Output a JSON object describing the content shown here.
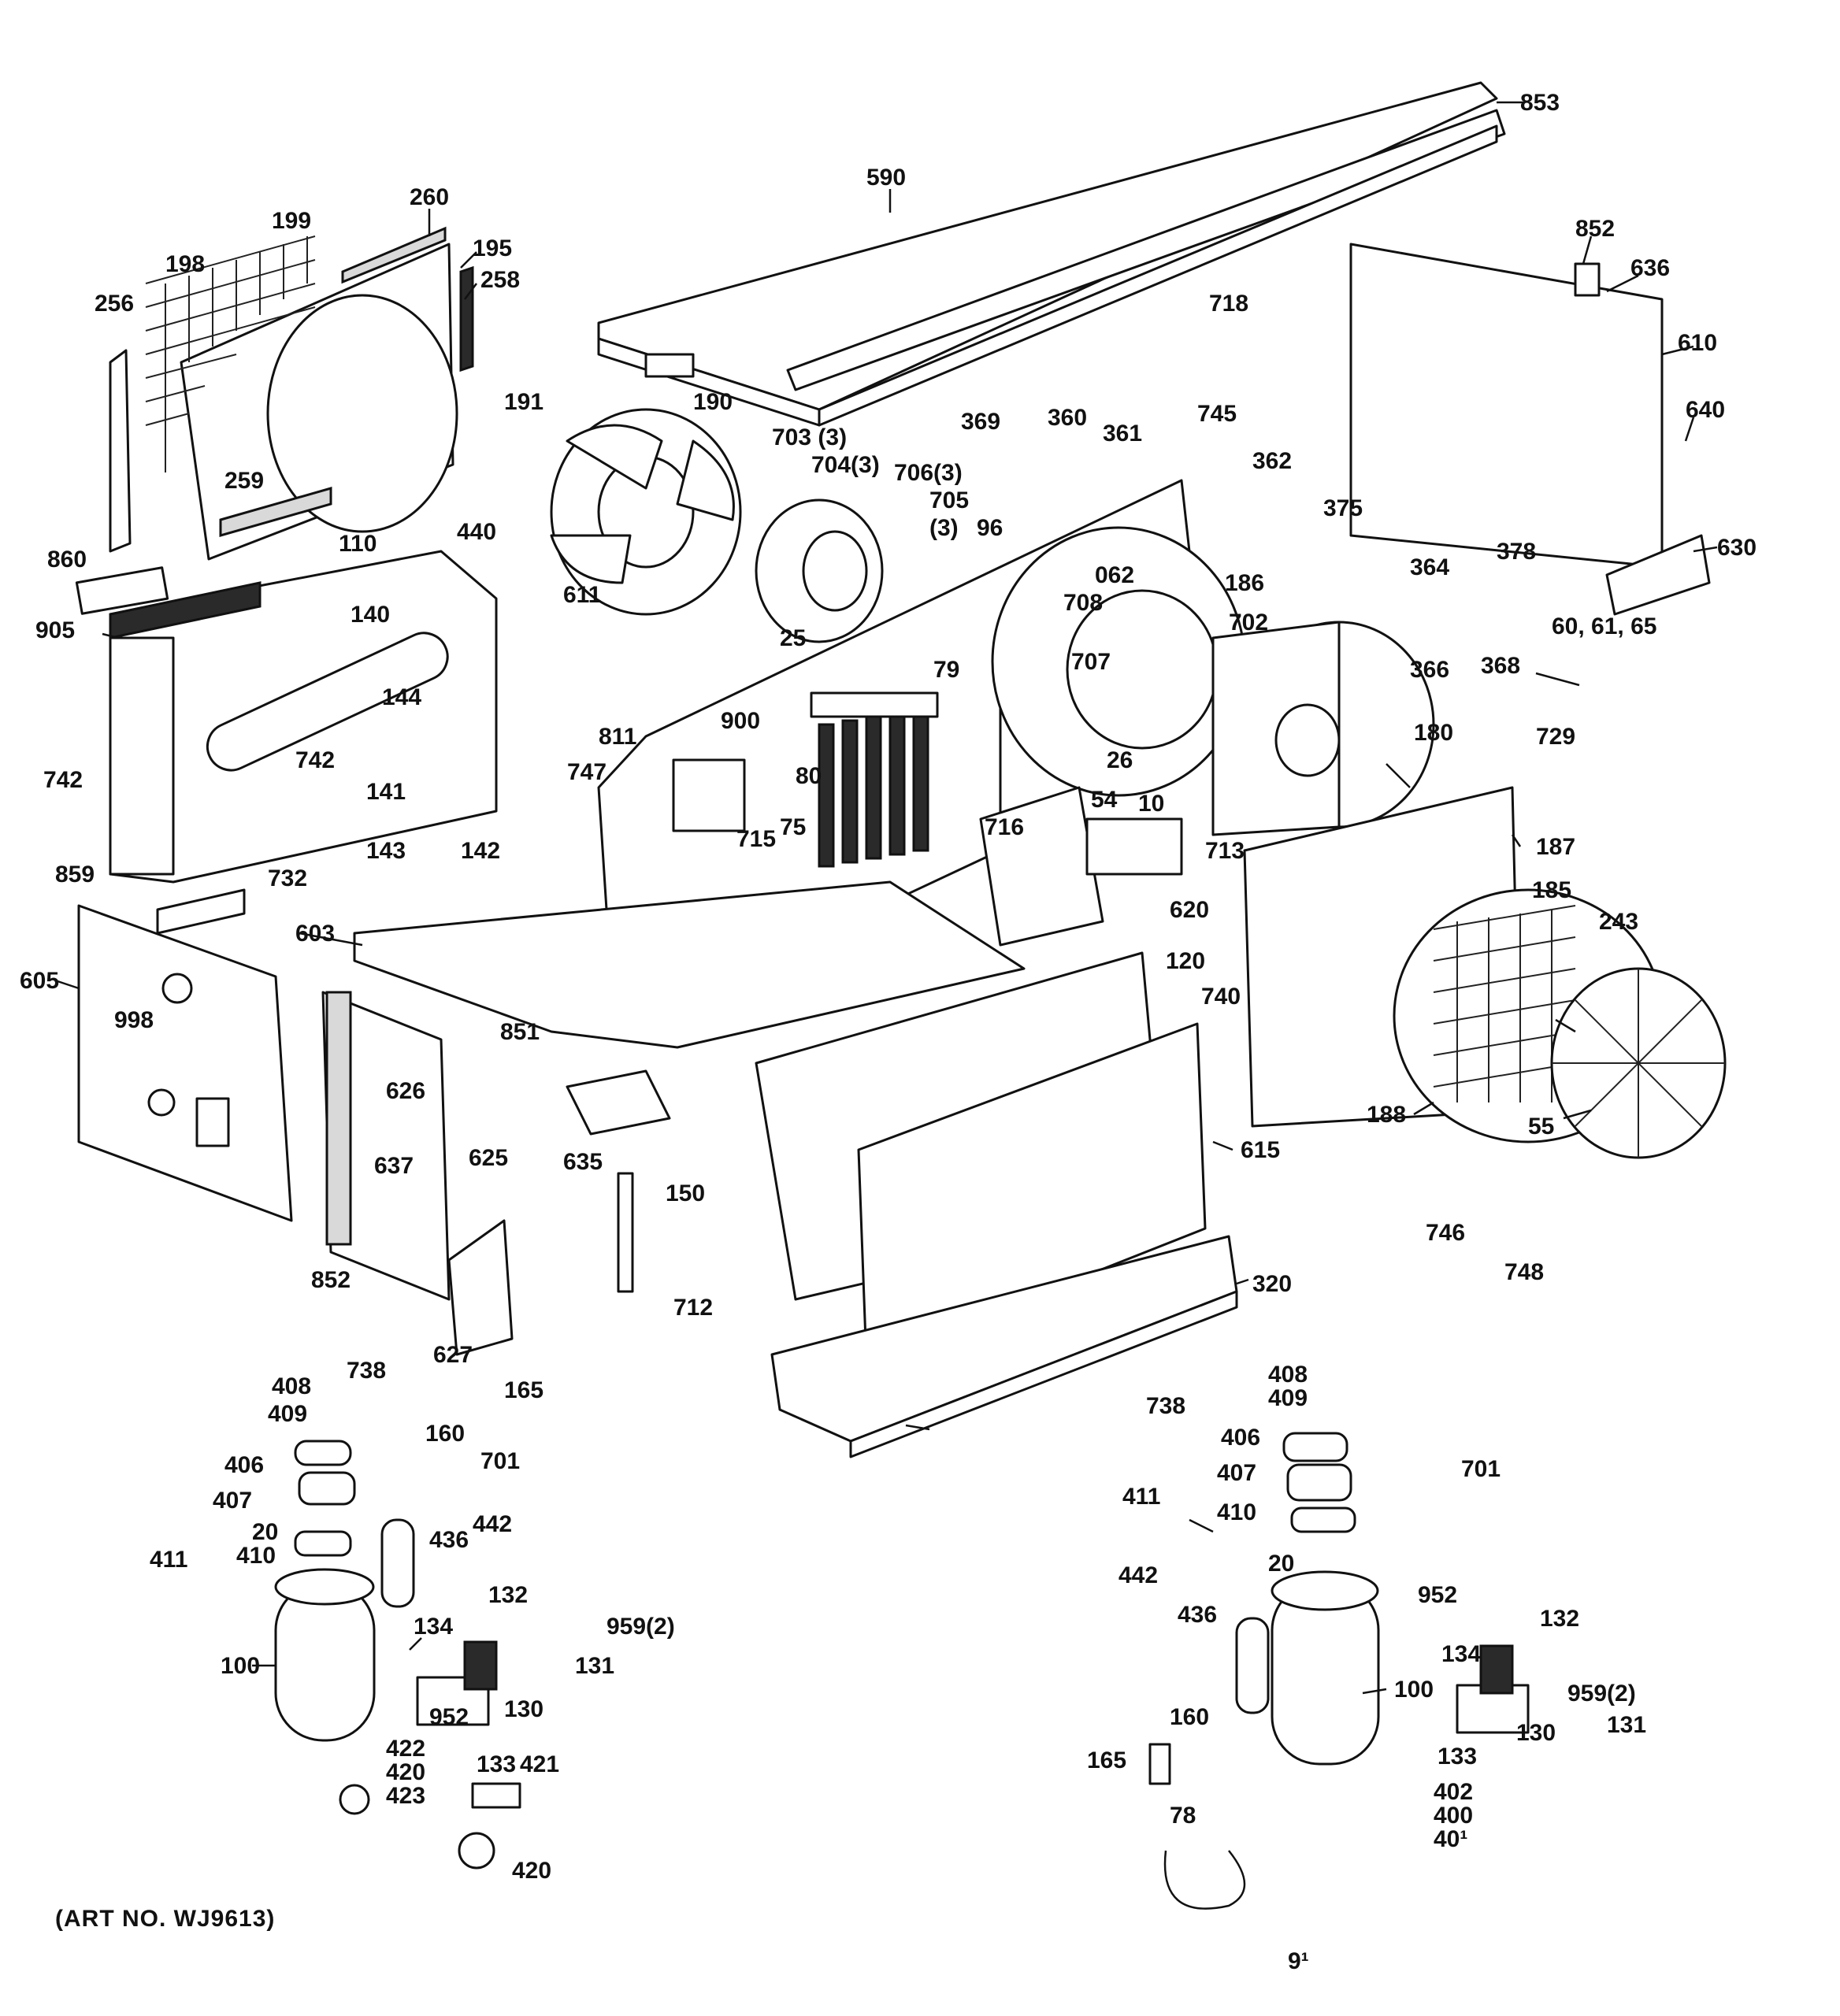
{
  "art_number": "(ART NO. WJ9613)",
  "callouts": [
    "853",
    "590",
    "260",
    "199",
    "198",
    "195",
    "258",
    "256",
    "852",
    "636",
    "718",
    "610",
    "640",
    "191",
    "190",
    "703 (3)",
    "704(3)",
    "706(3)",
    "705",
    "(3)",
    "369",
    "360",
    "361",
    "745",
    "362",
    "375",
    "630",
    "259",
    "440",
    "96",
    "062",
    "186",
    "708",
    "707",
    "702",
    "364",
    "378",
    "60, 61, 65",
    "860",
    "110",
    "140",
    "905",
    "611",
    "25",
    "79",
    "366",
    "368",
    "729",
    "144",
    "742",
    "742",
    "811",
    "900",
    "80",
    "75",
    "54",
    "26",
    "180",
    "141",
    "747",
    "715",
    "10",
    "716",
    "713",
    "142",
    "143",
    "859",
    "732",
    "603",
    "620",
    "187",
    "185",
    "243",
    "605",
    "998",
    "120",
    "740",
    "851",
    "626",
    "188",
    "55",
    "625",
    "637",
    "635",
    "615",
    "150",
    "852",
    "746",
    "748",
    "320",
    "712",
    "627",
    "408",
    "738",
    "165",
    "409",
    "160",
    "701",
    "406",
    "407",
    "442",
    "20",
    "410",
    "436",
    "411",
    "132",
    "959(2)",
    "134",
    "131",
    "100",
    "130",
    "952",
    "133",
    "422",
    "420",
    "423",
    "421",
    "420",
    "408",
    "409",
    "738",
    "406",
    "407",
    "410",
    "701",
    "411",
    "442",
    "20",
    "952",
    "436",
    "132",
    "134",
    "100",
    "959(2)",
    "160",
    "130",
    "131",
    "133",
    "165",
    "402",
    "78",
    "400",
    "40¹",
    "9¹"
  ]
}
